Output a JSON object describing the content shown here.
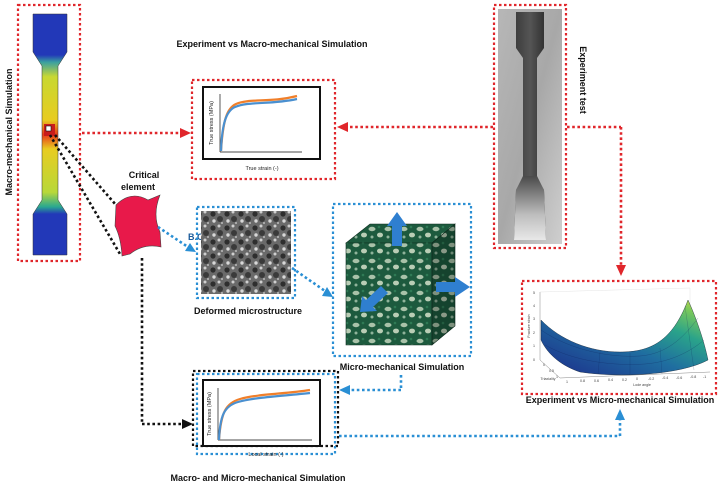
{
  "labels": {
    "macro_sim": "Macro-mechanical Simulation",
    "exp_vs_macro": "Experiment vs Macro-mechanical Simulation",
    "exp_test": "Experiment test",
    "critical_element": [
      "Critical",
      "element"
    ],
    "bc": "B.C.",
    "deformed_micro": "Deformed microstructure",
    "micro_sim": "Micro-mechanical Simulation",
    "exp_vs_micro": "Experiment vs Micro-mechanical Simulation",
    "macro_micro_sim": "Macro- and Micro-mechanical Simulation"
  },
  "top_chart": {
    "ylabel": "True stress (MPa)",
    "xlabel": "True strain (-)"
  },
  "bottom_chart": {
    "ylabel": "True stress (MPa)",
    "xlabel": "Local strain (-)"
  },
  "surface_plot": {
    "xlabel": "Triaxiality",
    "zlabel": "Fracture strain",
    "ylabel": "Lode angle",
    "x_ticks": [
      "0",
      "0.5",
      "1"
    ],
    "y_ticks": [
      "1",
      "0.8",
      "0.6",
      "0.4",
      "0.2",
      "0",
      "-0.2",
      "-0.4",
      "-0.6",
      "-0.8",
      "-1"
    ],
    "z_ticks": [
      "0",
      "1",
      "2",
      "3",
      "4",
      "5"
    ]
  },
  "colors": {
    "red_border": "#e0262b",
    "blue_border": "#2a8fd4",
    "black_border": "#111111",
    "curve_orange": "#f07f2a",
    "curve_blue": "#4a90d0",
    "critical_fill": "#e8194a"
  }
}
